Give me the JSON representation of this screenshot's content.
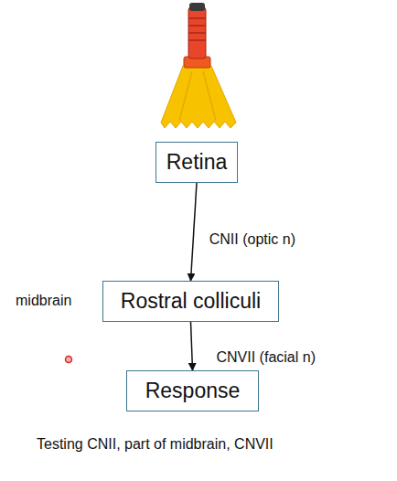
{
  "diagram": {
    "caption": "Testing CNII, part of midbrain, CNVII",
    "nodes": [
      {
        "text": [
          "Retina"
        ]
      },
      {
        "text": [
          "Rostral colliculi"
        ]
      },
      {
        "text": [
          "Response"
        ]
      }
    ],
    "edges": [
      {
        "from": 0,
        "to": 1,
        "arrow": "to",
        "label": "CNII (optic n)"
      },
      {
        "from": 1,
        "to": 2,
        "arrow": "to",
        "label": "CNVII (facial n)"
      }
    ],
    "labels": [
      "midbrain"
    ]
  }
}
